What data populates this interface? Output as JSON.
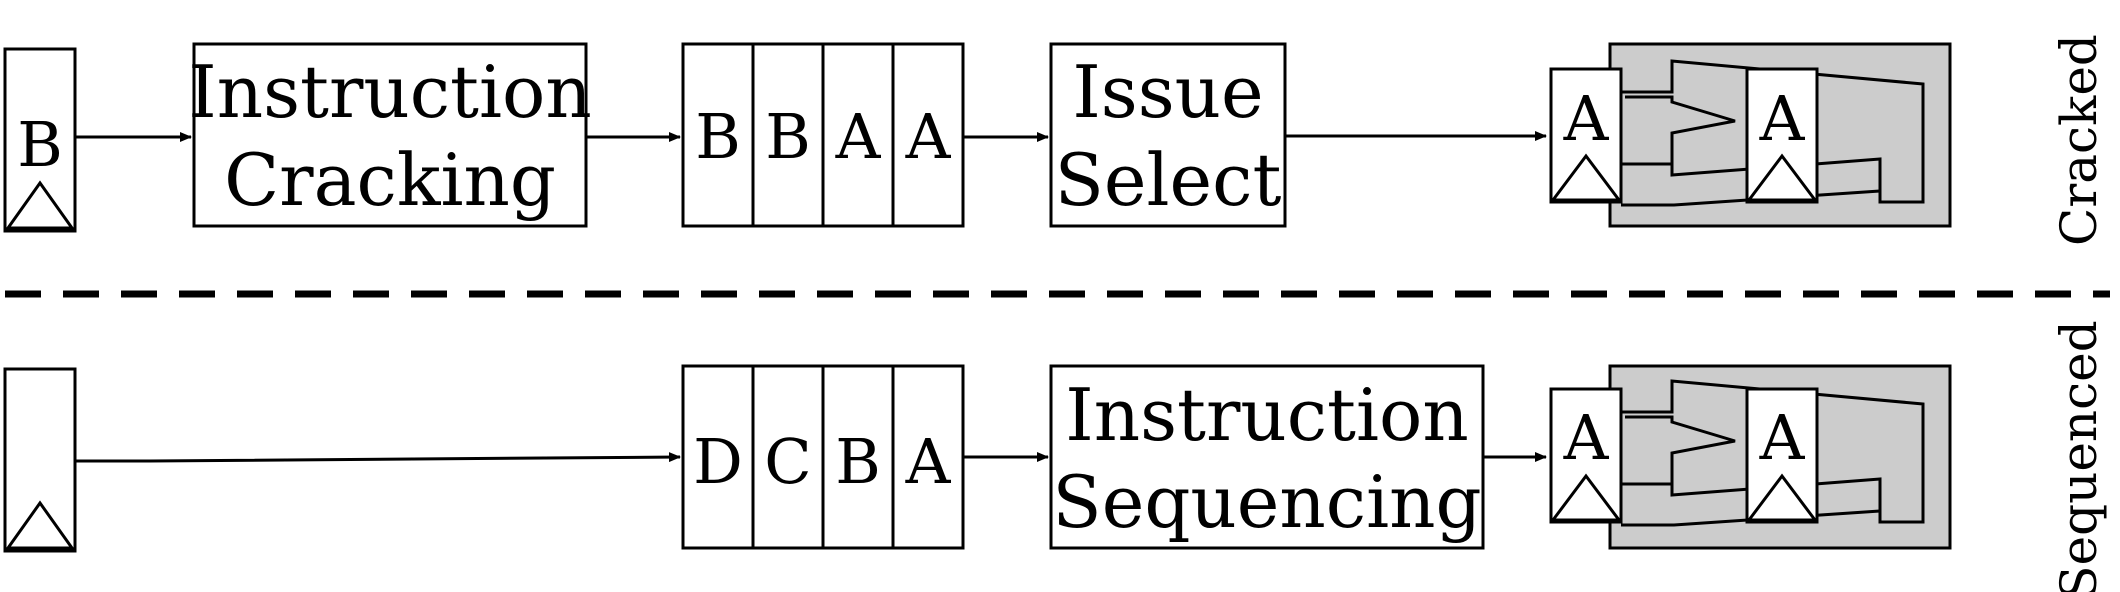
{
  "cracked": {
    "side_label": "Cracked",
    "source_letter": "B",
    "stage1": {
      "line1": "Instruction",
      "line2": "Cracking"
    },
    "queue": [
      "B",
      "B",
      "A",
      "A"
    ],
    "stage2": {
      "line1": "Issue",
      "line2": "Select"
    },
    "unit_letters": [
      "A",
      "A"
    ]
  },
  "sequenced": {
    "side_label": "Sequenced",
    "queue": [
      "D",
      "C",
      "B",
      "A"
    ],
    "stage": {
      "line1": "Instruction",
      "line2": "Sequencing"
    },
    "unit_letters": [
      "A",
      "A"
    ]
  },
  "colors": {
    "stroke": "#000000",
    "fu_fill": "#cccccc",
    "background": "#ffffff"
  }
}
